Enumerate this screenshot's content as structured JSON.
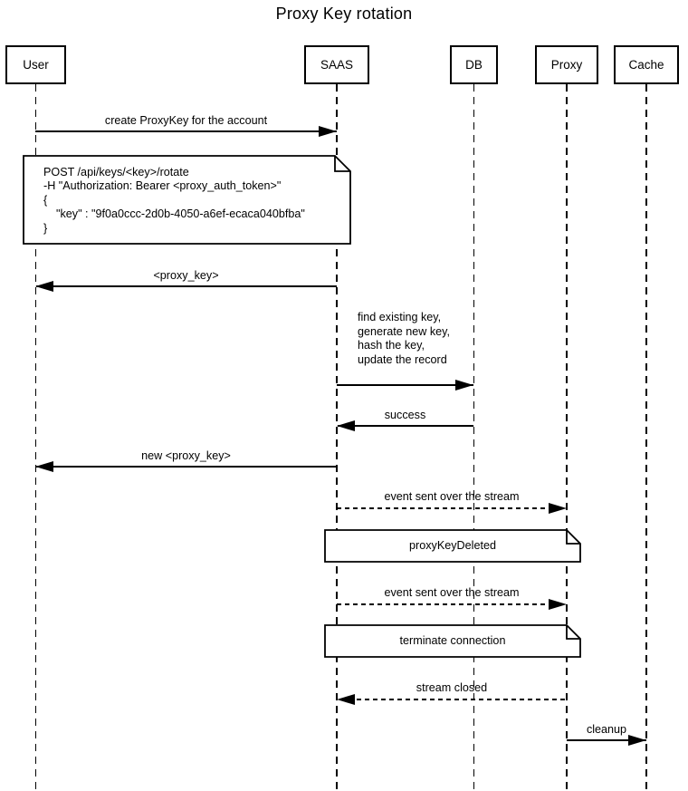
{
  "title": "Proxy Key rotation",
  "colors": {
    "line": "#000000",
    "background": "#ffffff"
  },
  "participants": [
    {
      "id": "user",
      "label": "User"
    },
    {
      "id": "saas",
      "label": "SAAS"
    },
    {
      "id": "db",
      "label": "DB"
    },
    {
      "id": "proxy",
      "label": "Proxy"
    },
    {
      "id": "cache",
      "label": "Cache"
    }
  ],
  "messages": [
    {
      "label": "create ProxyKey for the account",
      "from": "User",
      "to": "SAAS",
      "style": "solid"
    },
    {
      "label": "<proxy_key>",
      "from": "SAAS",
      "to": "User",
      "style": "solid"
    },
    {
      "label": "find existing key,\ngenerate new key,\nhash the key,\nupdate the record",
      "from": "SAAS",
      "to": "DB",
      "style": "solid"
    },
    {
      "label": "success",
      "from": "DB",
      "to": "SAAS",
      "style": "solid"
    },
    {
      "label": "new <proxy_key>",
      "from": "SAAS",
      "to": "User",
      "style": "solid"
    },
    {
      "label": "event sent over the stream",
      "from": "SAAS",
      "to": "Proxy",
      "style": "dashed"
    },
    {
      "label": "event sent over the stream",
      "from": "SAAS",
      "to": "Proxy",
      "style": "dashed"
    },
    {
      "label": "stream closed",
      "from": "Proxy",
      "to": "SAAS",
      "style": "dashed"
    },
    {
      "label": "cleanup",
      "from": "Proxy",
      "to": "Cache",
      "style": "solid"
    }
  ],
  "notes": [
    {
      "text": "POST /api/keys/<key>/rotate\n-H \"Authorization: Bearer <proxy_auth_token>\"\n{\n    \"key\" : \"9f0a0ccc-2d0b-4050-a6ef-ecaca040bfba\"\n}",
      "over": "User, SAAS"
    },
    {
      "text": "proxyKeyDeleted",
      "over": "SAAS, Proxy"
    },
    {
      "text": "terminate connection",
      "over": "SAAS, Proxy"
    }
  ]
}
